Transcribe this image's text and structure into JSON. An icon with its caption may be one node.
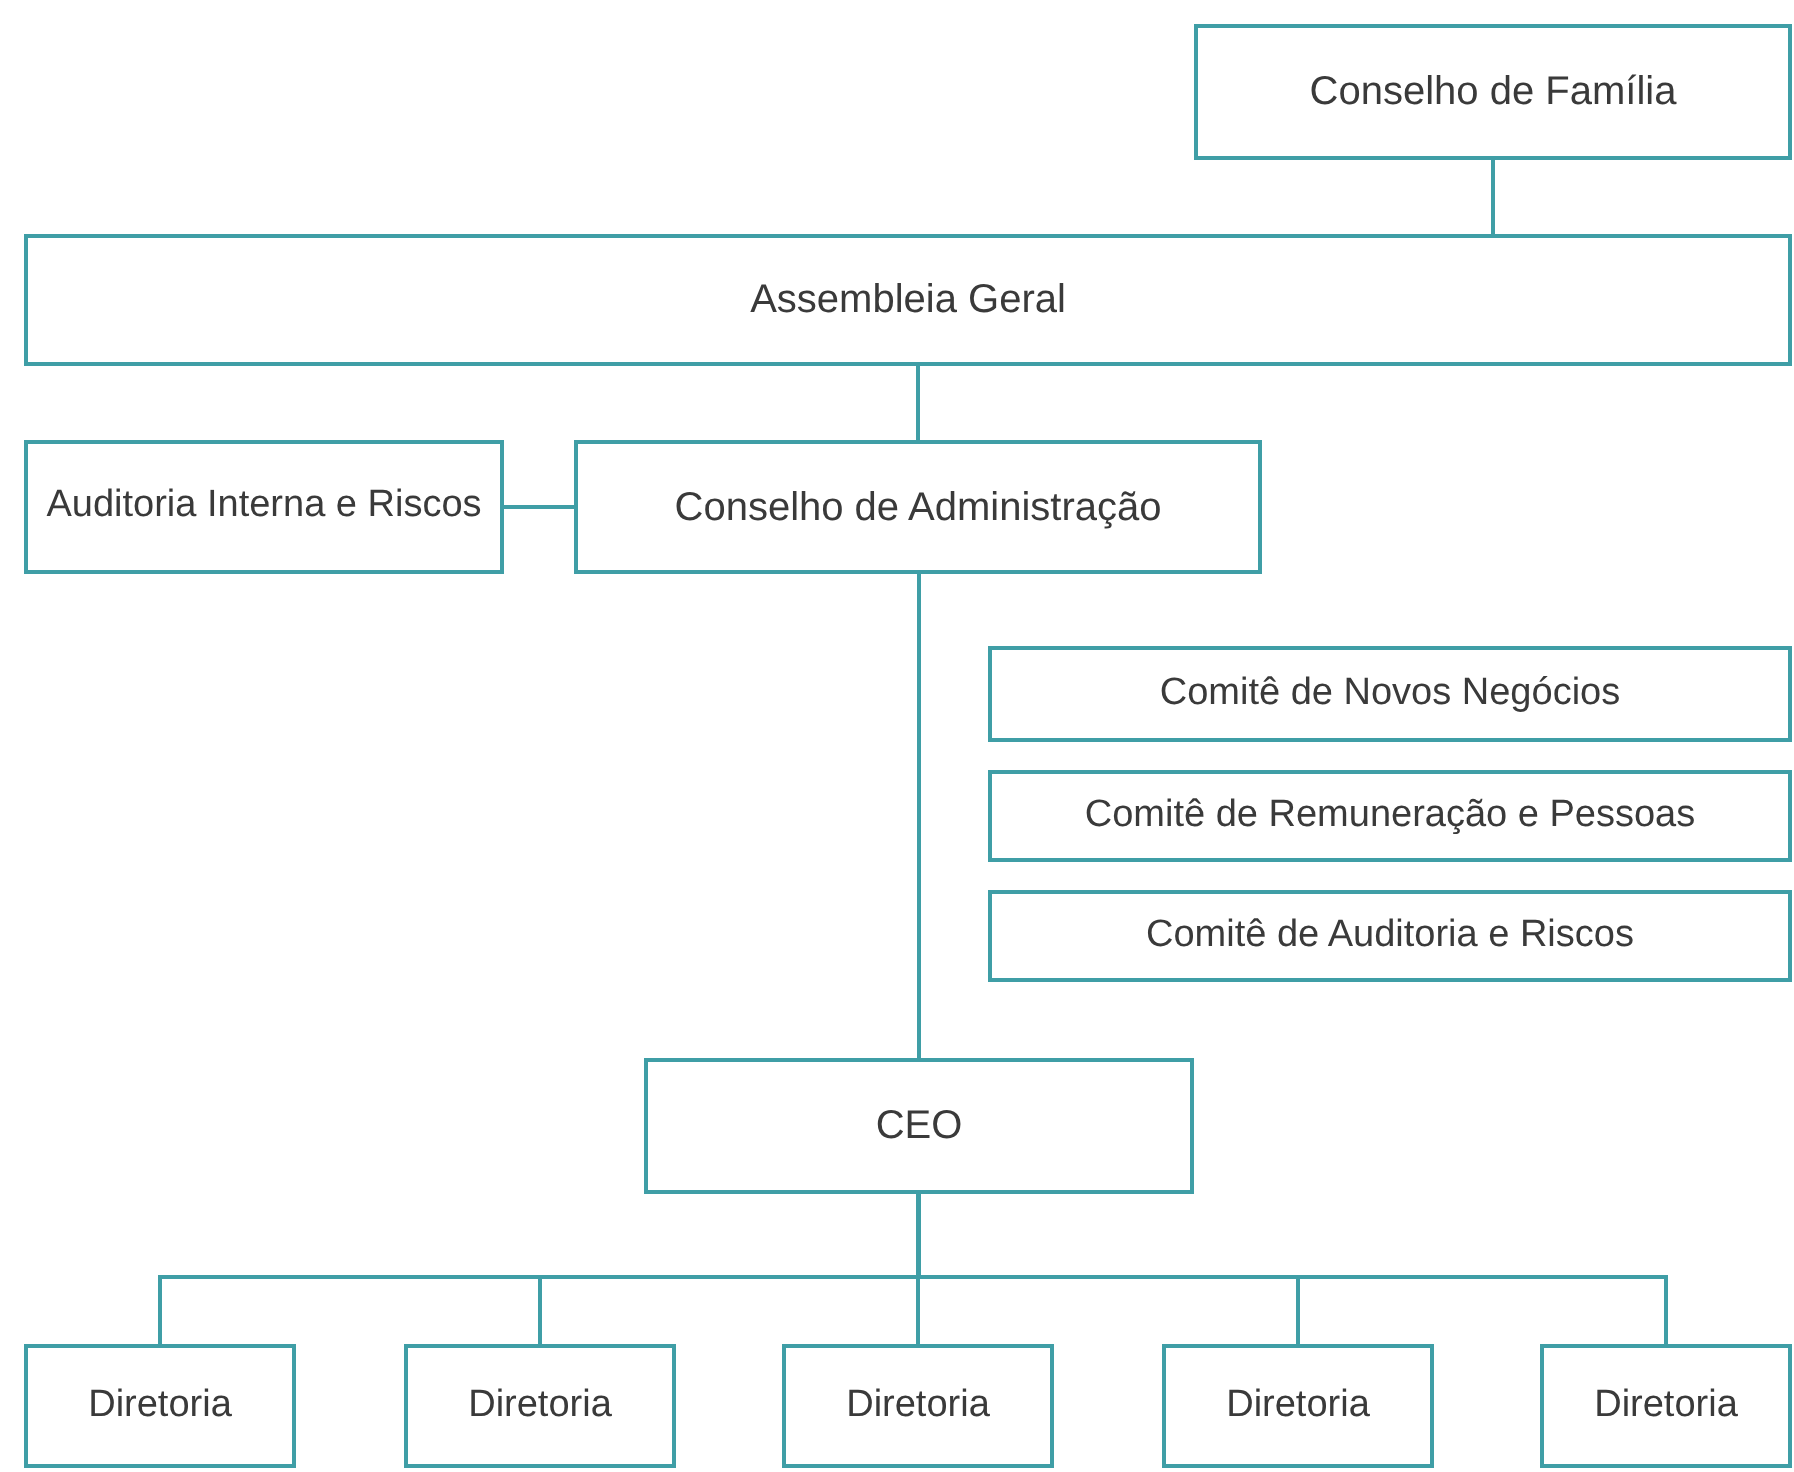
{
  "diagram": {
    "nodes": [
      {
        "text": [
          "Conselho de Família"
        ]
      },
      {
        "text": [
          "Assembleia Geral"
        ]
      },
      {
        "text": [
          "Auditoria Interna e Riscos"
        ]
      },
      {
        "text": [
          "Conselho de Administração"
        ]
      },
      {
        "text": [
          "Comitê de Novos Negócios"
        ]
      },
      {
        "text": [
          "Comitê de Remuneração e Pessoas"
        ]
      },
      {
        "text": [
          "Comitê de Auditoria e Riscos"
        ]
      },
      {
        "text": [
          "CEO"
        ]
      },
      {
        "text": [
          "Diretoria"
        ]
      },
      {
        "text": [
          "Diretoria"
        ]
      },
      {
        "text": [
          "Diretoria"
        ]
      },
      {
        "text": [
          "Diretoria"
        ]
      },
      {
        "text": [
          "Diretoria"
        ]
      }
    ],
    "edges": [
      {
        "from": 0,
        "to": 1,
        "arrow": "none"
      },
      {
        "from": 1,
        "to": 3,
        "arrow": "none"
      },
      {
        "from": 2,
        "to": 3,
        "arrow": "none"
      },
      {
        "from": 3,
        "to": 7,
        "arrow": "none"
      },
      {
        "from": 7,
        "to": 8,
        "arrow": "none"
      },
      {
        "from": 7,
        "to": 9,
        "arrow": "none"
      },
      {
        "from": 7,
        "to": 10,
        "arrow": "none"
      },
      {
        "from": 7,
        "to": 11,
        "arrow": "none"
      },
      {
        "from": 7,
        "to": 12,
        "arrow": "none"
      }
    ]
  }
}
